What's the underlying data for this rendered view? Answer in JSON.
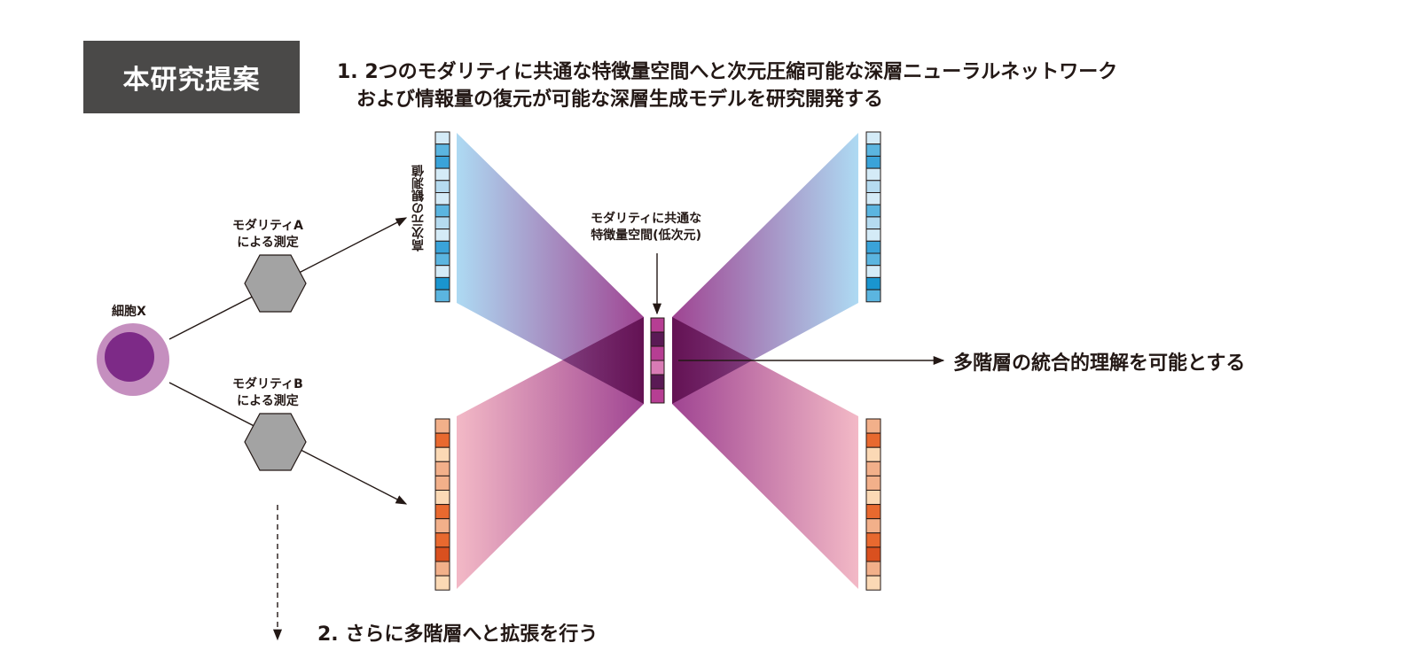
{
  "header": {
    "badge": "本研究提案",
    "goal1_line1": "1. 2つのモダリティに共通な特徴量空間へと次元圧縮可能な深層ニューラルネットワーク",
    "goal1_line2": "および情報量の復元が可能な深層生成モデルを研究開発する"
  },
  "cell": {
    "label": "細胞X",
    "outer_color": "#c58fbf",
    "inner_color": "#7d2a87"
  },
  "modality_a": {
    "line1": "モダリティA",
    "line2": "による測定"
  },
  "modality_b": {
    "line1": "モダリティB",
    "line2": "による測定"
  },
  "high_dim_label": "高次元の観測値",
  "latent": {
    "line1": "モダリティに共通な",
    "line2": "特徴量空間(低次元)"
  },
  "outcome": "多階層の統合的理解を可能とする",
  "goal2": "2. さらに多階層へと拡張を行う",
  "colors": {
    "blue_cells": [
      "#d4ebf7",
      "#5bb5e0",
      "#3aa3d9",
      "#d4ebf7",
      "#b5dbf0",
      "#d4ebf7",
      "#5bb5e0",
      "#b5dbf0",
      "#d4ebf7",
      "#3aa3d9",
      "#5bb5e0",
      "#d4ebf7",
      "#1a95cf",
      "#5bb5e0"
    ],
    "orange_cells": [
      "#f2b08a",
      "#e8692f",
      "#fbd9b5",
      "#f2b08a",
      "#f2b08a",
      "#fbd9b5",
      "#e8692f",
      "#f2b08a",
      "#e8692f",
      "#d9501f",
      "#f2b08a",
      "#fbd9b5"
    ],
    "latent_cells": [
      "#b63e93",
      "#5a1a55",
      "#b63e93",
      "#d97bb5",
      "#5a1a55",
      "#b63e93"
    ],
    "hexagon": "#a3a3a3",
    "fan_blue": "#a9d8f2",
    "fan_pink": "#f2b5c3",
    "fan_purple": "#9a3a8c"
  }
}
